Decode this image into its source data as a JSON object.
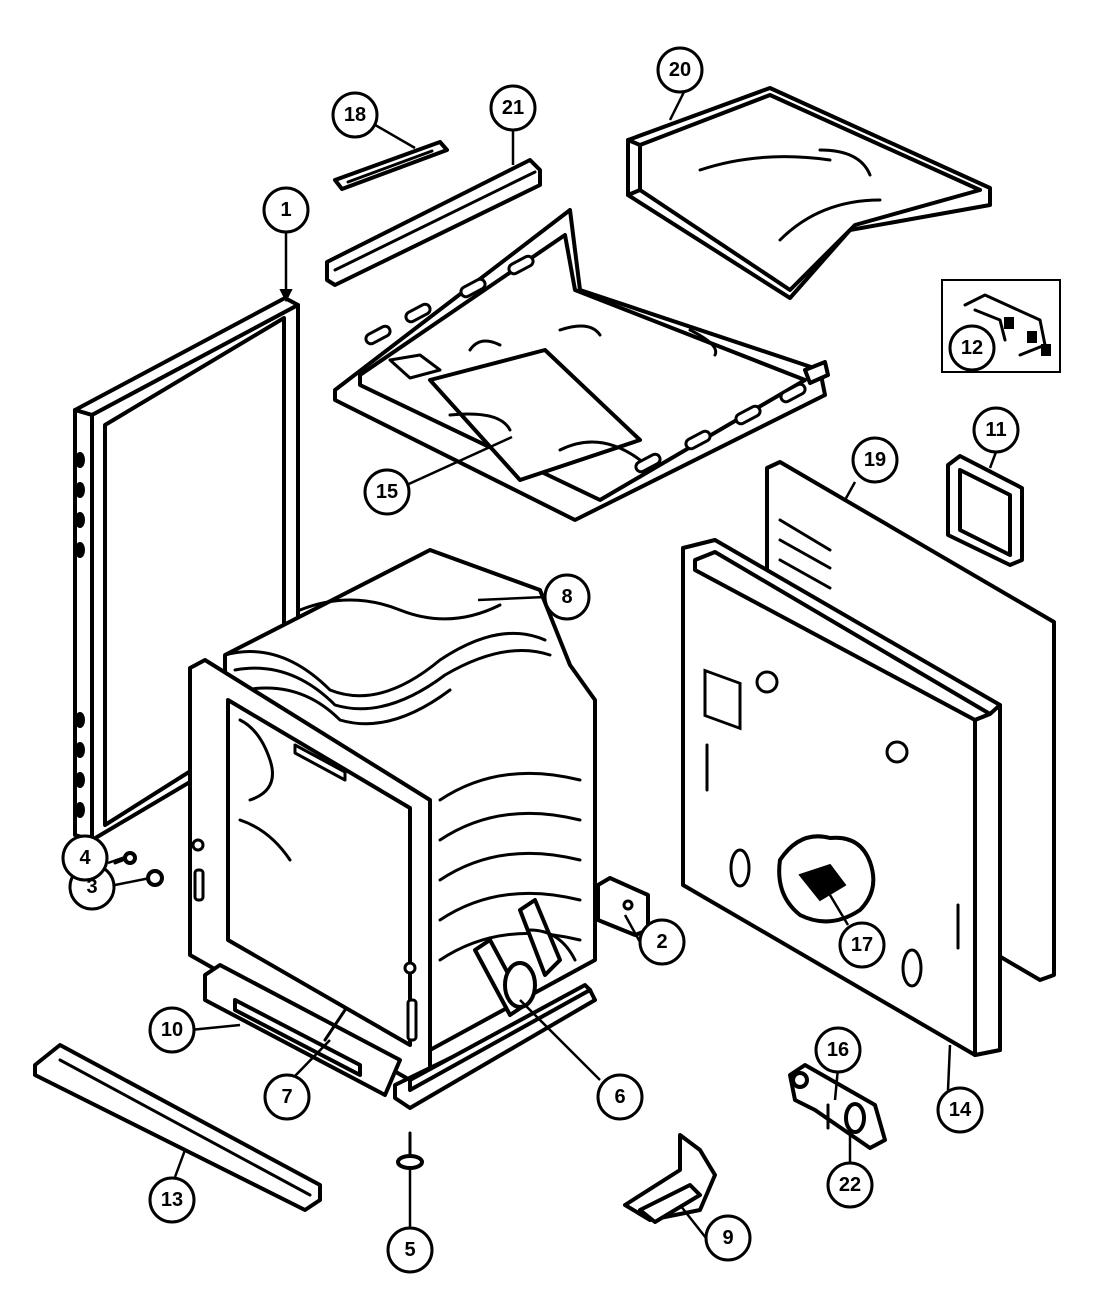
{
  "diagram": {
    "callouts": [
      {
        "id": "1",
        "label": "1"
      },
      {
        "id": "2",
        "label": "2"
      },
      {
        "id": "3",
        "label": "3"
      },
      {
        "id": "4",
        "label": "4"
      },
      {
        "id": "5",
        "label": "5"
      },
      {
        "id": "6",
        "label": "6"
      },
      {
        "id": "7",
        "label": "7"
      },
      {
        "id": "8",
        "label": "8"
      },
      {
        "id": "9",
        "label": "9"
      },
      {
        "id": "10",
        "label": "10"
      },
      {
        "id": "11",
        "label": "11"
      },
      {
        "id": "12",
        "label": "12"
      },
      {
        "id": "13",
        "label": "13"
      },
      {
        "id": "14",
        "label": "14"
      },
      {
        "id": "15",
        "label": "15"
      },
      {
        "id": "16",
        "label": "16"
      },
      {
        "id": "17",
        "label": "17"
      },
      {
        "id": "18",
        "label": "18"
      },
      {
        "id": "19",
        "label": "19"
      },
      {
        "id": "20",
        "label": "20"
      },
      {
        "id": "21",
        "label": "21"
      },
      {
        "id": "22",
        "label": "22"
      }
    ]
  }
}
